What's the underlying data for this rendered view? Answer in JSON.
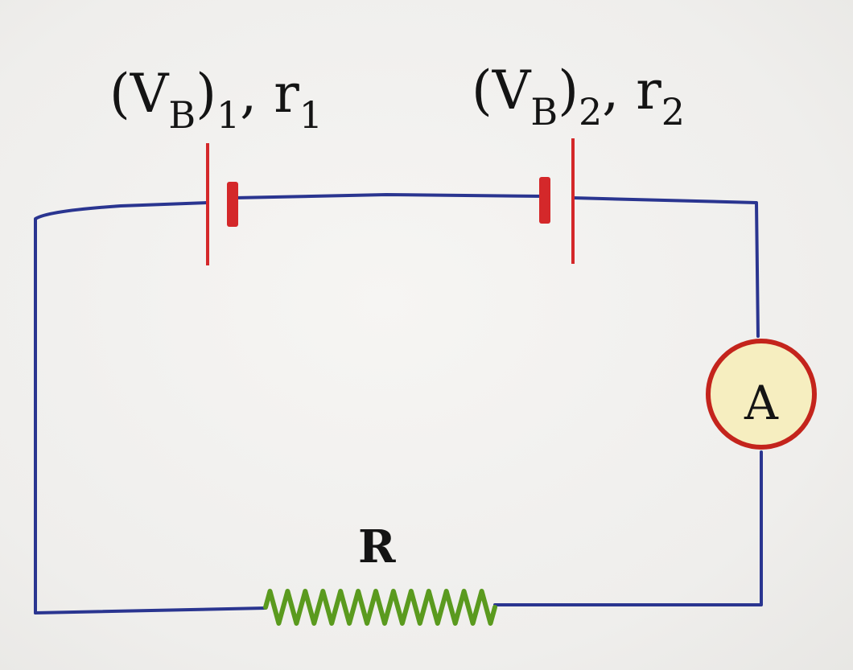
{
  "battery_1": {
    "label_open": "(",
    "label_V": "V",
    "label_sub_B": "B",
    "label_close": ")",
    "label_sub_1": "1",
    "label_sep": ", ",
    "label_r": "r",
    "label_sub_r": "1"
  },
  "battery_2": {
    "label_open": "(",
    "label_V": "V",
    "label_sub_B": "B",
    "label_close": ")",
    "label_sub_2": "2",
    "label_sep": ", ",
    "label_r": "r",
    "label_sub_r": "2"
  },
  "ammeter": {
    "label": "A"
  },
  "resistor": {
    "label": "R"
  },
  "colors": {
    "wire": "#2a3590",
    "battery_plate": "#d4282a",
    "resistor": "#5a9a1e",
    "ammeter_ring": "#c4241c",
    "ammeter_fill": "#f6eec0",
    "text": "#141414"
  }
}
